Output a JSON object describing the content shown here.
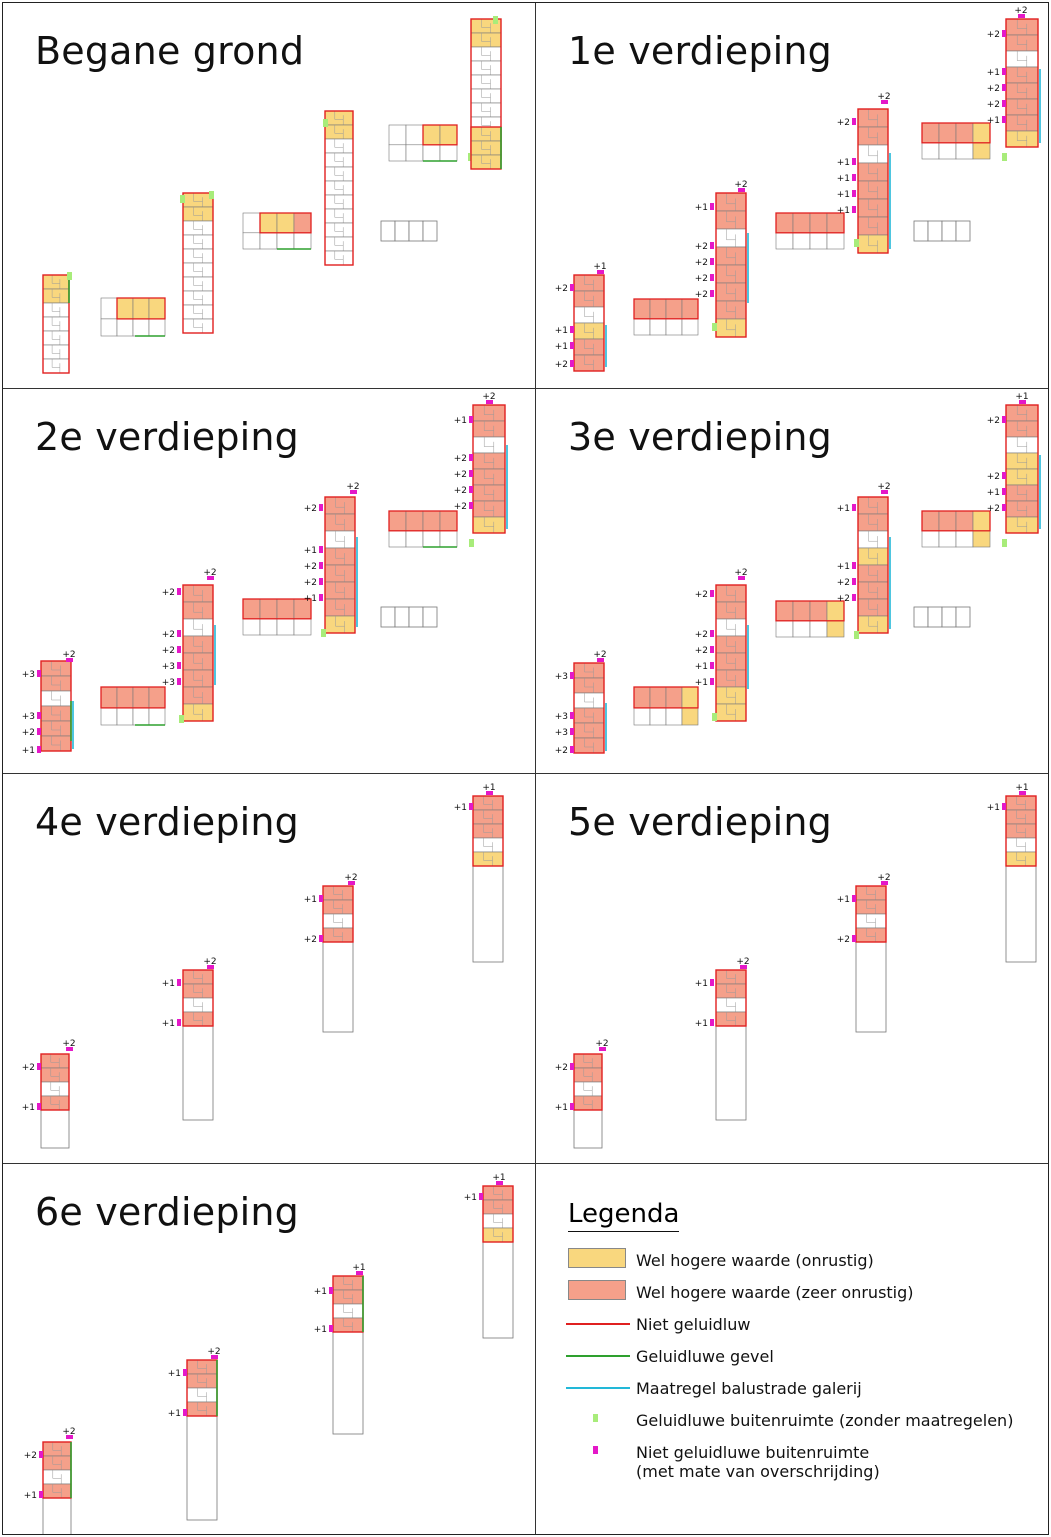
{
  "panels": [
    {
      "title": "Begane grond"
    },
    {
      "title": "1e verdieping"
    },
    {
      "title": "2e verdieping"
    },
    {
      "title": "3e verdieping"
    },
    {
      "title": "4e verdieping"
    },
    {
      "title": "5e verdieping"
    },
    {
      "title": "6e verdieping"
    }
  ],
  "legend": {
    "title": "Legenda",
    "items": [
      {
        "kind": "fill",
        "color": "#f9d77e",
        "label": "Wel hogere waarde (onrustig)"
      },
      {
        "kind": "fill",
        "color": "#f5a08a",
        "label": "Wel hogere waarde (zeer onrustig)"
      },
      {
        "kind": "line",
        "color": "#e02020",
        "label": "Niet geluidluw"
      },
      {
        "kind": "line",
        "color": "#2ea02e",
        "label": "Geluidluwe gevel"
      },
      {
        "kind": "line",
        "color": "#22b8d8",
        "label": "Maatregel balustrade galerij"
      },
      {
        "kind": "dot",
        "color": "#a8ec7a",
        "label": "Geluidluwe buitenruimte (zonder maatregelen)"
      },
      {
        "kind": "dot",
        "color": "#e418c8",
        "label": "Niet geluidluwe buitenruimte",
        "label2": "(met mate van overschrijding)"
      }
    ]
  },
  "colors": {
    "orange": "#f5a08a",
    "yellow": "#f9d77e",
    "red": "#e02020",
    "green": "#2ea02e",
    "cyan": "#22b8d8",
    "lightgreen": "#a8ec7a",
    "magenta": "#e418c8",
    "outline": "#888888"
  },
  "exceedance_labels": {
    "panel_1": [
      "+2",
      "+1",
      "+1",
      "+1",
      "+1",
      "+2",
      "+1",
      "+2",
      "+2",
      "+1",
      "+1",
      "+2",
      "+2",
      "+2",
      "+2",
      "+2",
      "+1",
      "+1",
      "+2",
      "+2",
      "+2"
    ],
    "panel_2": [
      "+2",
      "+1",
      "+2",
      "+2",
      "+1",
      "+1",
      "+2",
      "+2",
      "+2",
      "+2",
      "+2",
      "+2",
      "+2",
      "+3",
      "+3",
      "+3",
      "+3",
      "+2",
      "+1",
      "+1",
      "+1",
      "+1"
    ],
    "panel_3": [
      "+1",
      "+1",
      "+2",
      "+2",
      "+2",
      "+2",
      "+1",
      "+2",
      "+2",
      "+2",
      "+2",
      "+1",
      "+1",
      "+3",
      "+3",
      "+3",
      "+2",
      "+1",
      "+1",
      "+1",
      "+1"
    ],
    "panel_4": [
      "+1",
      "+1",
      "+2",
      "+1",
      "+1",
      "+2",
      "+1",
      "+1",
      "+2",
      "+2",
      "+1"
    ],
    "panel_5": [
      "+1",
      "+1",
      "+2",
      "+1",
      "+1",
      "+2",
      "+1",
      "+1",
      "+2",
      "+2",
      "+1"
    ],
    "panel_6": [
      "+1",
      "+1",
      "+1",
      "+1",
      "+1",
      "+2",
      "+1",
      "+1",
      "+2",
      "+2",
      "+1"
    ]
  }
}
